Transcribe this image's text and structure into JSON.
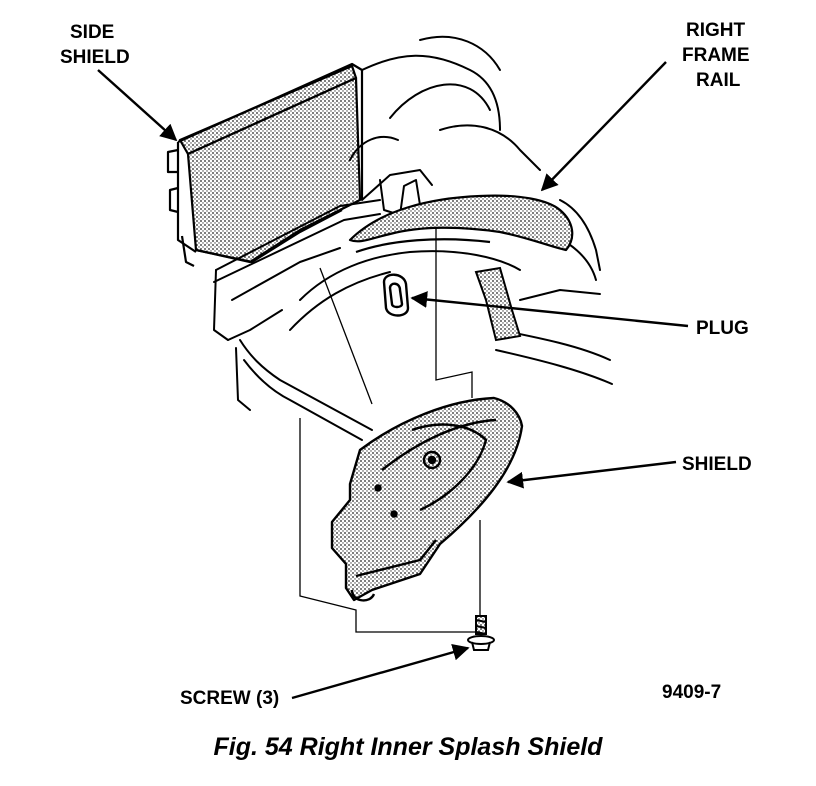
{
  "labels": {
    "side_shield_line1": "SIDE",
    "side_shield_line2": "SHIELD",
    "right_frame_rail_line1": "RIGHT",
    "right_frame_rail_line2": "FRAME",
    "right_frame_rail_line3": "RAIL",
    "plug": "PLUG",
    "shield": "SHIELD",
    "screw": "SCREW (3)"
  },
  "figure_number": "9409-7",
  "caption": "Fig. 54 Right Inner Splash Shield"
}
